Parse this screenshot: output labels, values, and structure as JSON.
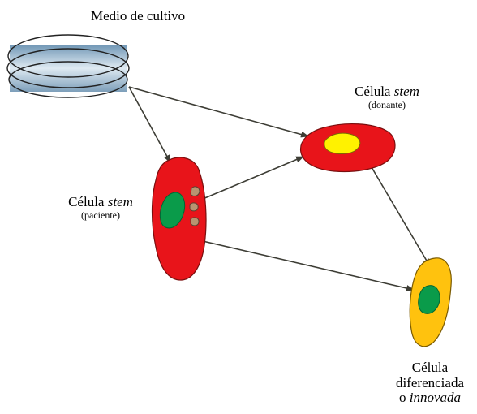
{
  "labels": {
    "medium": "Medio de cultivo",
    "patient_cell": {
      "word": "Célula",
      "italic": "stem",
      "note": "(paciente)"
    },
    "donor_cell": {
      "word": "Célula",
      "italic": "stem",
      "note": "(donante)"
    },
    "differentiated_cell": {
      "line1": "Célula",
      "line2": "diferenciada",
      "line3_prefix": "o",
      "line3_italic": "innovada"
    }
  },
  "colors": {
    "cell_red": "#e8141a",
    "nucleus_green": "#0a9b4a",
    "nucleus_yellow": "#fff200",
    "diff_cell_orange": "#ffc20e",
    "dish_blue": "#a9c6dc",
    "arrow": "#3d3d35"
  }
}
